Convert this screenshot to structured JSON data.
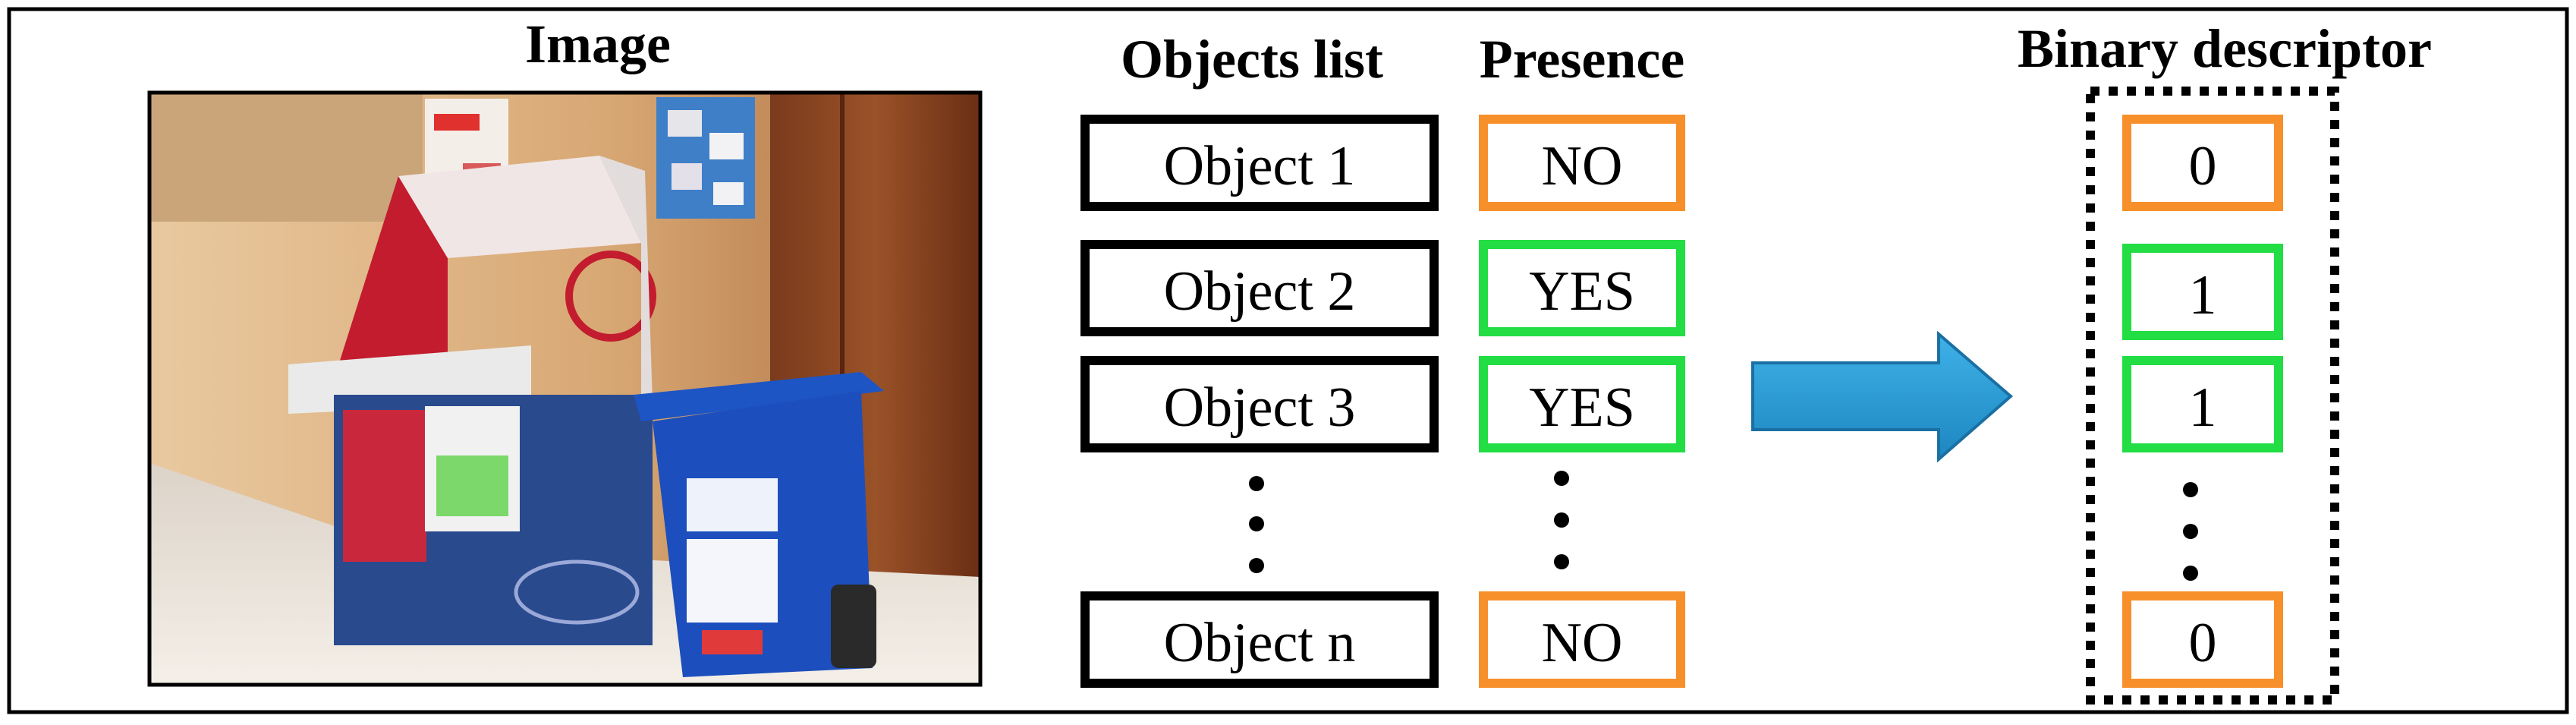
{
  "headers": {
    "image": "Image",
    "objects_list": "Objects list",
    "presence": "Presence",
    "binary_descriptor": "Binary descriptor"
  },
  "rows": [
    {
      "object": "Object 1",
      "presence": "NO",
      "bit": "0"
    },
    {
      "object": "Object 2",
      "presence": "YES",
      "bit": "1"
    },
    {
      "object": "Object 3",
      "presence": "YES",
      "bit": "1"
    },
    {
      "object": "Object n",
      "presence": "NO",
      "bit": "0"
    }
  ],
  "colors": {
    "yes": "#22dd44",
    "no": "#f7902a",
    "arrow": "#2a9fd6",
    "border": "#000000"
  }
}
